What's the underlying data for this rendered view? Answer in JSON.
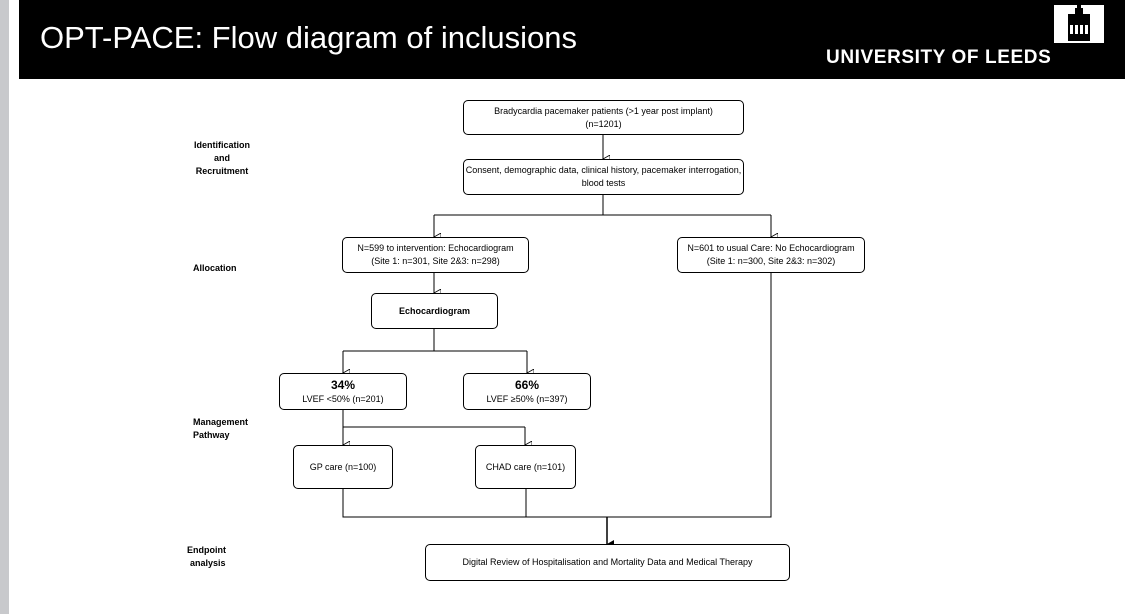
{
  "header": {
    "title": "OPT-PACE: Flow diagram of inclusions",
    "logo_text": "UNIVERSITY OF LEEDS"
  },
  "stages": {
    "identification": [
      "Identification",
      "and",
      "Recruitment"
    ],
    "allocation": "Allocation",
    "management": [
      "Management",
      "Pathway"
    ],
    "endpoint": [
      "Endpoint",
      "analysis"
    ]
  },
  "boxes": {
    "patients": {
      "line1": "Bradycardia pacemaker patients (>1 year post implant)",
      "line2": "(n=1201)"
    },
    "consent": {
      "line1": "Consent, demographic data, clinical history, pacemaker interrogation,",
      "line2": "blood tests"
    },
    "intervention": {
      "line1": "N=599 to intervention: Echocardiogram",
      "line2": "(Site 1: n=301, Site 2&3: n=298)"
    },
    "usual_care": {
      "line1": "N=601 to usual Care: No Echocardiogram",
      "line2": "(Site 1: n=300, Site 2&3: n=302)"
    },
    "echo": {
      "label": "Echocardiogram"
    },
    "lvef_low": {
      "pct": "34%",
      "label": "LVEF <50% (n=201)"
    },
    "lvef_high": {
      "pct": "66%",
      "label": "LVEF ≥50% (n=397)"
    },
    "gp": {
      "label": "GP care (n=100)"
    },
    "chad": {
      "label": "CHAD care (n=101)"
    },
    "endpoint": {
      "label": "Digital Review of Hospitalisation and Mortality Data and Medical Therapy"
    }
  }
}
